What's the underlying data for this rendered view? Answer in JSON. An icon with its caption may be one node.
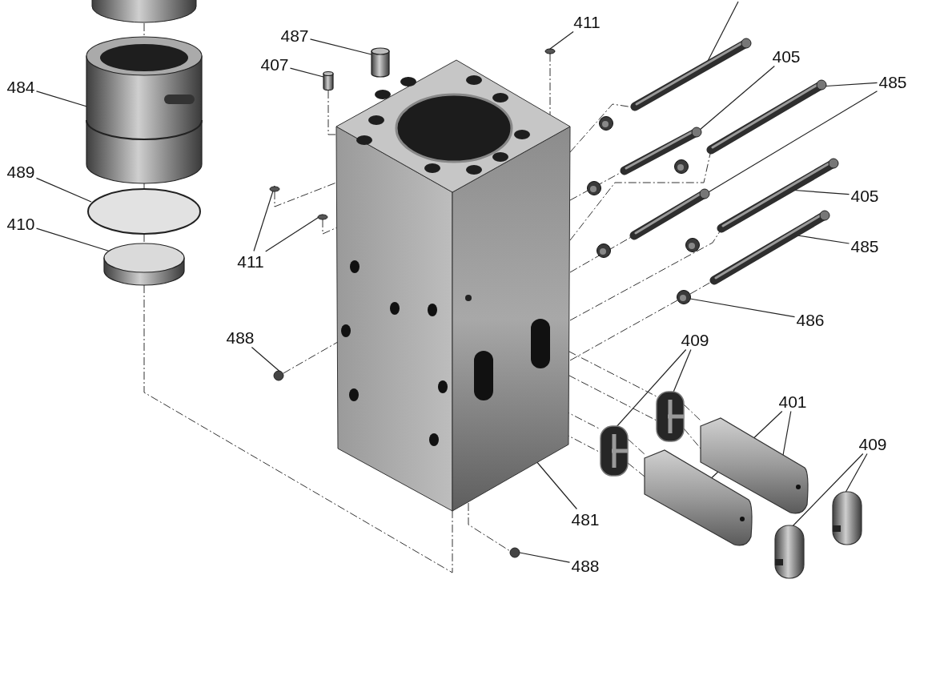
{
  "diagram": {
    "nodes": [
      {
        "text": [
          "484"
        ]
      },
      {
        "text": [],
        "shape": "picture"
      },
      {
        "text": [
          "489"
        ]
      },
      {
        "text": [],
        "shape": "circle"
      },
      {
        "text": [
          "410"
        ]
      },
      {
        "text": [],
        "shape": "cylinder"
      },
      {
        "text": [
          "487"
        ]
      },
      {
        "text": [],
        "shape": "picture"
      },
      {
        "text": [
          "407"
        ]
      },
      {
        "text": [],
        "shape": "picture"
      },
      {
        "text": [
          "411"
        ]
      },
      {
        "text": [],
        "shape": "picture"
      },
      {
        "text": [
          "411"
        ]
      },
      {
        "text": [],
        "shape": "circle"
      },
      {
        "text": [],
        "shape": "circle"
      },
      {
        "text": [],
        "shape": "picture"
      },
      {
        "text": [
          "405"
        ]
      },
      {
        "text": [],
        "shape": "picture"
      },
      {
        "text": [
          "485"
        ]
      },
      {
        "text": [],
        "shape": "picture"
      },
      {
        "text": [],
        "shape": "picture"
      },
      {
        "text": [
          "405"
        ]
      },
      {
        "text": [],
        "shape": "picture"
      },
      {
        "text": [
          "485"
        ]
      },
      {
        "text": [],
        "shape": "picture"
      },
      {
        "text": [
          "486"
        ]
      },
      {
        "text": [],
        "shape": "picture"
      },
      {
        "text": [
          "488"
        ]
      },
      {
        "text": [],
        "shape": "circle"
      },
      {
        "text": [
          "481"
        ]
      },
      {
        "text": [],
        "shape": "picture"
      },
      {
        "text": [
          "409"
        ]
      },
      {
        "text": [],
        "shape": "picture"
      },
      {
        "text": [],
        "shape": "picture"
      },
      {
        "text": [
          "401"
        ]
      },
      {
        "text": [],
        "shape": "picture"
      },
      {
        "text": [],
        "shape": "picture"
      },
      {
        "text": [
          "409"
        ]
      },
      {
        "text": [],
        "shape": "picture"
      },
      {
        "text": [],
        "shape": "picture"
      },
      {
        "text": [
          "488"
        ]
      },
      {
        "text": [],
        "shape": "circle"
      },
      {
        "text": [],
        "shape": "picture"
      }
    ],
    "edges": [
      {
        "from": 0,
        "to": 1,
        "arrow": "none"
      },
      {
        "from": 2,
        "to": 3,
        "arrow": "none"
      },
      {
        "from": 4,
        "to": 5,
        "arrow": "none"
      },
      {
        "from": 6,
        "to": 7,
        "arrow": "none"
      },
      {
        "from": 8,
        "to": 9,
        "arrow": "none"
      },
      {
        "from": 10,
        "to": 11,
        "arrow": "none"
      },
      {
        "from": 12,
        "to": 13,
        "arrow": "none"
      },
      {
        "from": 12,
        "to": 14,
        "arrow": "none"
      },
      {
        "from": null,
        "to": 15,
        "arrow": "none"
      },
      {
        "from": 16,
        "to": 17,
        "arrow": "none"
      },
      {
        "from": 18,
        "to": 19,
        "arrow": "none"
      },
      {
        "from": 18,
        "to": 20,
        "arrow": "none"
      },
      {
        "from": 21,
        "to": 22,
        "arrow": "none"
      },
      {
        "from": 23,
        "to": 24,
        "arrow": "none"
      },
      {
        "from": 25,
        "to": 26,
        "arrow": "none"
      },
      {
        "from": 27,
        "to": 28,
        "arrow": "none"
      },
      {
        "from": 29,
        "to": 30,
        "arrow": "none"
      },
      {
        "from": 31,
        "to": 32,
        "arrow": "none"
      },
      {
        "from": 31,
        "to": 33,
        "arrow": "none"
      },
      {
        "from": 34,
        "to": 35,
        "arrow": "none"
      },
      {
        "from": 34,
        "to": 36,
        "arrow": "none"
      },
      {
        "from": 37,
        "to": 38,
        "arrow": "none"
      },
      {
        "from": 37,
        "to": 39,
        "arrow": "none"
      },
      {
        "from": 40,
        "to": 41,
        "arrow": "none"
      },
      {
        "from": 42,
        "to": 1,
        "arrow": "none",
        "style": "dashed"
      },
      {
        "from": 1,
        "to": 3,
        "arrow": "none",
        "style": "dashed"
      },
      {
        "from": 3,
        "to": 5,
        "arrow": "none",
        "style": "dashed"
      },
      {
        "from": 5,
        "to": 30,
        "arrow": "none",
        "style": "dashed"
      },
      {
        "from": 13,
        "to": 30,
        "arrow": "none",
        "style": "dashed"
      },
      {
        "from": 14,
        "to": 30,
        "arrow": "none",
        "style": "dashed"
      },
      {
        "from": 28,
        "to": 30,
        "arrow": "none",
        "style": "dashed"
      },
      {
        "from": 11,
        "to": 30,
        "arrow": "none",
        "style": "dashed"
      },
      {
        "from": 9,
        "to": 30,
        "arrow": "none",
        "style": "dashed"
      },
      {
        "from": 30,
        "to": 15,
        "arrow": "none",
        "style": "dashed"
      },
      {
        "from": 30,
        "to": 17,
        "arrow": "none",
        "style": "dashed"
      },
      {
        "from": 30,
        "to": 19,
        "arrow": "none",
        "style": "dashed"
      },
      {
        "from": 30,
        "to": 20,
        "arrow": "none",
        "style": "dashed"
      },
      {
        "from": 30,
        "to": 22,
        "arrow": "none",
        "style": "dashed"
      },
      {
        "from": 30,
        "to": 26,
        "arrow": "none",
        "style": "dashed"
      },
      {
        "from": 26,
        "to": 24,
        "arrow": "none",
        "style": "dashed"
      },
      {
        "from": 30,
        "to": 41,
        "arrow": "none",
        "style": "dashed"
      },
      {
        "from": 30,
        "to": 32,
        "arrow": "none",
        "style": "dashed"
      },
      {
        "from": 30,
        "to": 32,
        "arrow": "none",
        "style": "dashed"
      },
      {
        "from": 30,
        "to": 33,
        "arrow": "none",
        "style": "dashed"
      },
      {
        "from": 30,
        "to": 33,
        "arrow": "none",
        "style": "dashed"
      },
      {
        "from": 32,
        "to": 35,
        "arrow": "none",
        "style": "dashed"
      },
      {
        "from": 32,
        "to": 35,
        "arrow": "none",
        "style": "dashed"
      },
      {
        "from": 33,
        "to": 36,
        "arrow": "none",
        "style": "dashed"
      },
      {
        "from": 33,
        "to": 36,
        "arrow": "none",
        "style": "dashed"
      }
    ]
  }
}
